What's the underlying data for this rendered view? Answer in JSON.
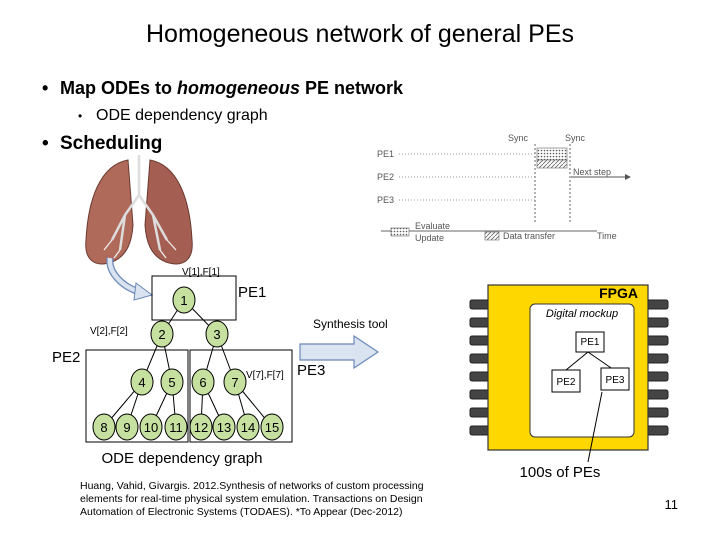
{
  "slide": {
    "title": "Homogeneous network of general PEs",
    "bullet1_prefix": "Map ODEs to ",
    "bullet1_em": "homogeneous",
    "bullet1_suffix": " PE network",
    "sub_bullet": "ODE dependency graph",
    "bullet2": "Scheduling",
    "page_number": "11"
  },
  "schedule": {
    "sync1": "Sync",
    "sync2": "Sync",
    "next_step": "Next step",
    "rows": [
      "PE1",
      "PE2",
      "PE3"
    ],
    "legend_evaluate": "Evaluate",
    "legend_update": "Update",
    "legend_transfer": "Data transfer",
    "time": "Time"
  },
  "graph": {
    "label_v1": "V[1],F[1]",
    "label_v2": "V[2],F[2]",
    "label_v7": "V[7],F[7]",
    "pe1": "PE1",
    "pe2": "PE2",
    "pe3": "PE3",
    "nodes": [
      "1",
      "2",
      "3",
      "4",
      "5",
      "6",
      "7",
      "8",
      "9",
      "10",
      "11",
      "12",
      "13",
      "14",
      "15"
    ],
    "caption": "ODE dependency graph"
  },
  "synthesis": {
    "label": "Synthesis tool"
  },
  "fpga": {
    "title": "FPGA",
    "subtitle": "Digital mockup",
    "pe1": "PE1",
    "pe2": "PE2",
    "pe3": "PE3",
    "caption": "100s of PEs"
  },
  "citation": "Huang, Vahid, Givargis. 2012.Synthesis of networks of custom processing elements for real-time physical system emulation. Transactions on Design Automation of Electronic Systems (TODAES). *To Appear (Dec-2012)",
  "colors": {
    "fpga_fill": "#ffd700",
    "node_fill": "#c6e0a0",
    "arrow_fill": "#d9e4f0"
  }
}
